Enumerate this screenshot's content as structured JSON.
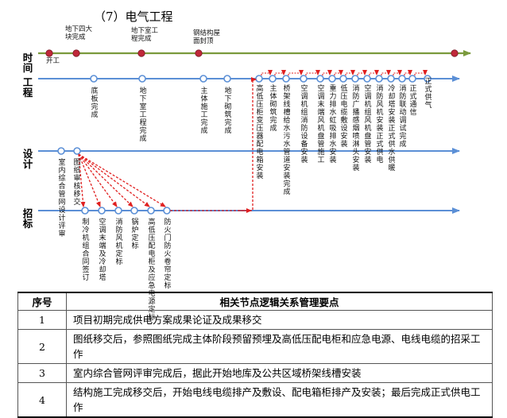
{
  "section_title": "（7）电气工程",
  "lanes": {
    "time": "时间",
    "engineering": "工程",
    "design": "设计",
    "tender": "招标"
  },
  "colors": {
    "timeline": "#7a9a3c",
    "lane_arrow": "#5b8fd6",
    "node_fill": "#c0283a",
    "node_ring": "#5b8fd6",
    "dependency": "#e02020"
  },
  "time_nodes": [
    {
      "label": "开工"
    },
    {
      "label": "地下四大块完成"
    },
    {
      "label": "地下室工程完成"
    },
    {
      "label": "钢结构屋面封顶"
    }
  ],
  "engineering_nodes": [
    {
      "label": "底板完成"
    },
    {
      "label": "地下室工程完成"
    },
    {
      "label": "主体施工完成"
    },
    {
      "label": "地下砌筑完成"
    },
    {
      "label": "高低压柜变压器配电箱安装"
    },
    {
      "label": "主体砌筑完成"
    },
    {
      "label": "桥架线槽给水污水管道安装完成"
    },
    {
      "label": "空调机组消防设备安装"
    },
    {
      "label": "空调末端风机盘管施工"
    },
    {
      "label": "重力排水虹吸排水安装"
    },
    {
      "label": "低压电缆敷设安装"
    },
    {
      "label": "消防广播感烟喷淋头安装"
    },
    {
      "label": "空调机组风机盘管安装"
    },
    {
      "label": "消防风机安装正式供电"
    },
    {
      "label": "冷却塔安装正式供水供暖"
    },
    {
      "label": "消防联动调试完成"
    },
    {
      "label": "正式通信"
    },
    {
      "label": "正式供气"
    }
  ],
  "design_nodes": [
    {
      "label": "室内综合管网设计评审"
    },
    {
      "label": "图纸审核移交"
    }
  ],
  "tender_nodes": [
    {
      "label": "制冷机组合同签订"
    },
    {
      "label": "空调末端及冷却塔"
    },
    {
      "label": "消防风机定标"
    },
    {
      "label": "锅炉定标"
    },
    {
      "label": "高低压配电柜及应急电源定标"
    },
    {
      "label": "防火门防火卷帘定标"
    }
  ],
  "table": {
    "headers": [
      "序号",
      "相关节点逻辑关系管理要点"
    ],
    "rows": [
      {
        "no": "1",
        "text": "项目初期完成供电方案成果论证及成果移交"
      },
      {
        "no": "2",
        "text": "图纸移交后，参照图纸完成主体阶段预留预埋及高低压配电柜和应急电源、电线电缆的招采工作"
      },
      {
        "no": "3",
        "text": "室内综合管网评审完成后，据此开始地库及公共区域桥架线槽安装"
      },
      {
        "no": "4",
        "text": "结构施工完成移交后，开始电线电缆排产及敷设、配电箱柜排产及安装；最后完成正式供电工作"
      }
    ]
  }
}
